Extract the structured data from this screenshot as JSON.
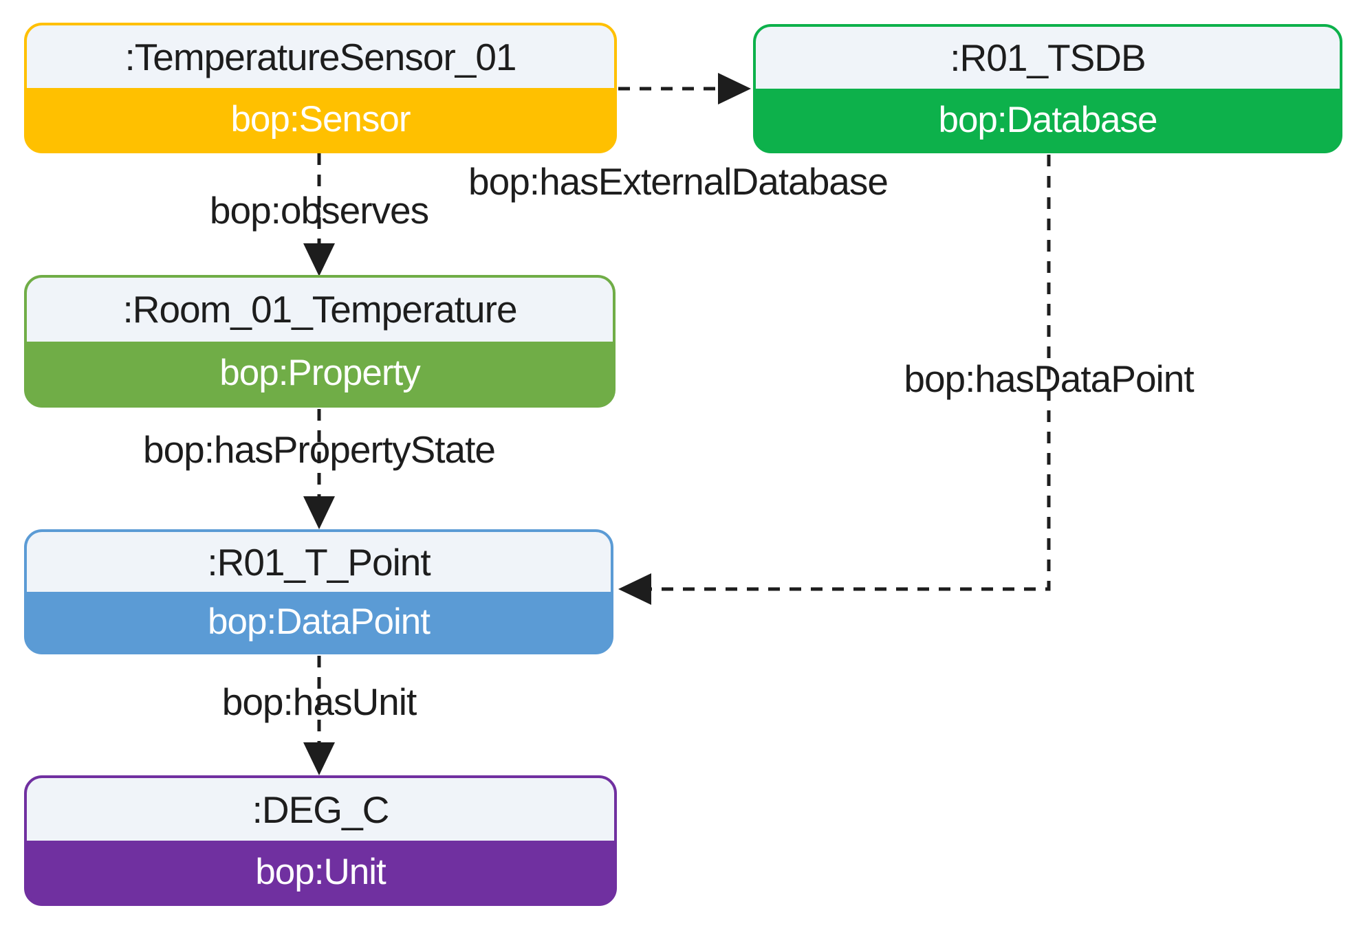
{
  "figure": {
    "kind": "ontology-instance-graph",
    "background_color": "#FFFFFF",
    "node_header_bg": "#F0F4F9",
    "text_color": "#1D1D1D",
    "arrow_style": "dashed"
  },
  "nodes": [
    {
      "name": ":TemperatureSensor_01",
      "type": "bop:Sensor",
      "color": "#FFC000"
    },
    {
      "name": ":R01_TSDB",
      "type": "bop:Database",
      "color": "#0DB14B"
    },
    {
      "name": ":Room_01_Temperature",
      "type": "bop:Property",
      "color": "#70AD47"
    },
    {
      "name": ":R01_T_Point",
      "type": "bop:DataPoint",
      "color": "#5B9BD5"
    },
    {
      "name": ":DEG_C",
      "type": "bop:Unit",
      "color": "#7030A0"
    }
  ],
  "edges": [
    {
      "label": "bop:observes",
      "from": ":TemperatureSensor_01",
      "to": ":Room_01_Temperature"
    },
    {
      "label": "bop:hasExternalDatabase",
      "from": ":TemperatureSensor_01",
      "to": ":R01_TSDB"
    },
    {
      "label": "bop:hasPropertyState",
      "from": ":Room_01_Temperature",
      "to": ":R01_T_Point"
    },
    {
      "label": "bop:hasDataPoint",
      "from": ":R01_TSDB",
      "to": ":R01_T_Point"
    },
    {
      "label": "bop:hasUnit",
      "from": ":R01_T_Point",
      "to": ":DEG_C"
    }
  ]
}
